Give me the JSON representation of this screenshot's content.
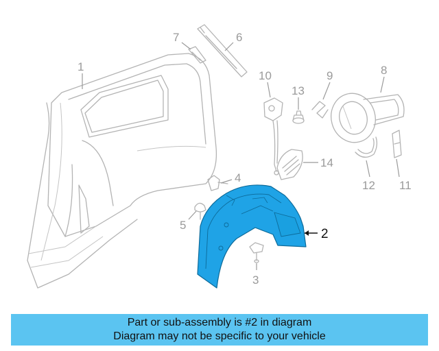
{
  "callouts": {
    "c1": "1",
    "c2": "2",
    "c3": "3",
    "c4": "4",
    "c5": "5",
    "c6": "6",
    "c7": "7",
    "c8": "8",
    "c9": "9",
    "c10": "10",
    "c11": "11",
    "c12": "12",
    "c13": "13",
    "c14": "14"
  },
  "highlighted_part": "2",
  "colors": {
    "highlight_fill": "#1fa3e6",
    "banner": "#5bc4f1",
    "line_art": "#b3b3b3"
  },
  "banner": {
    "line1": "Part or sub-assembly is #2 in diagram",
    "line2": "Diagram may not be specific to your vehicle"
  }
}
